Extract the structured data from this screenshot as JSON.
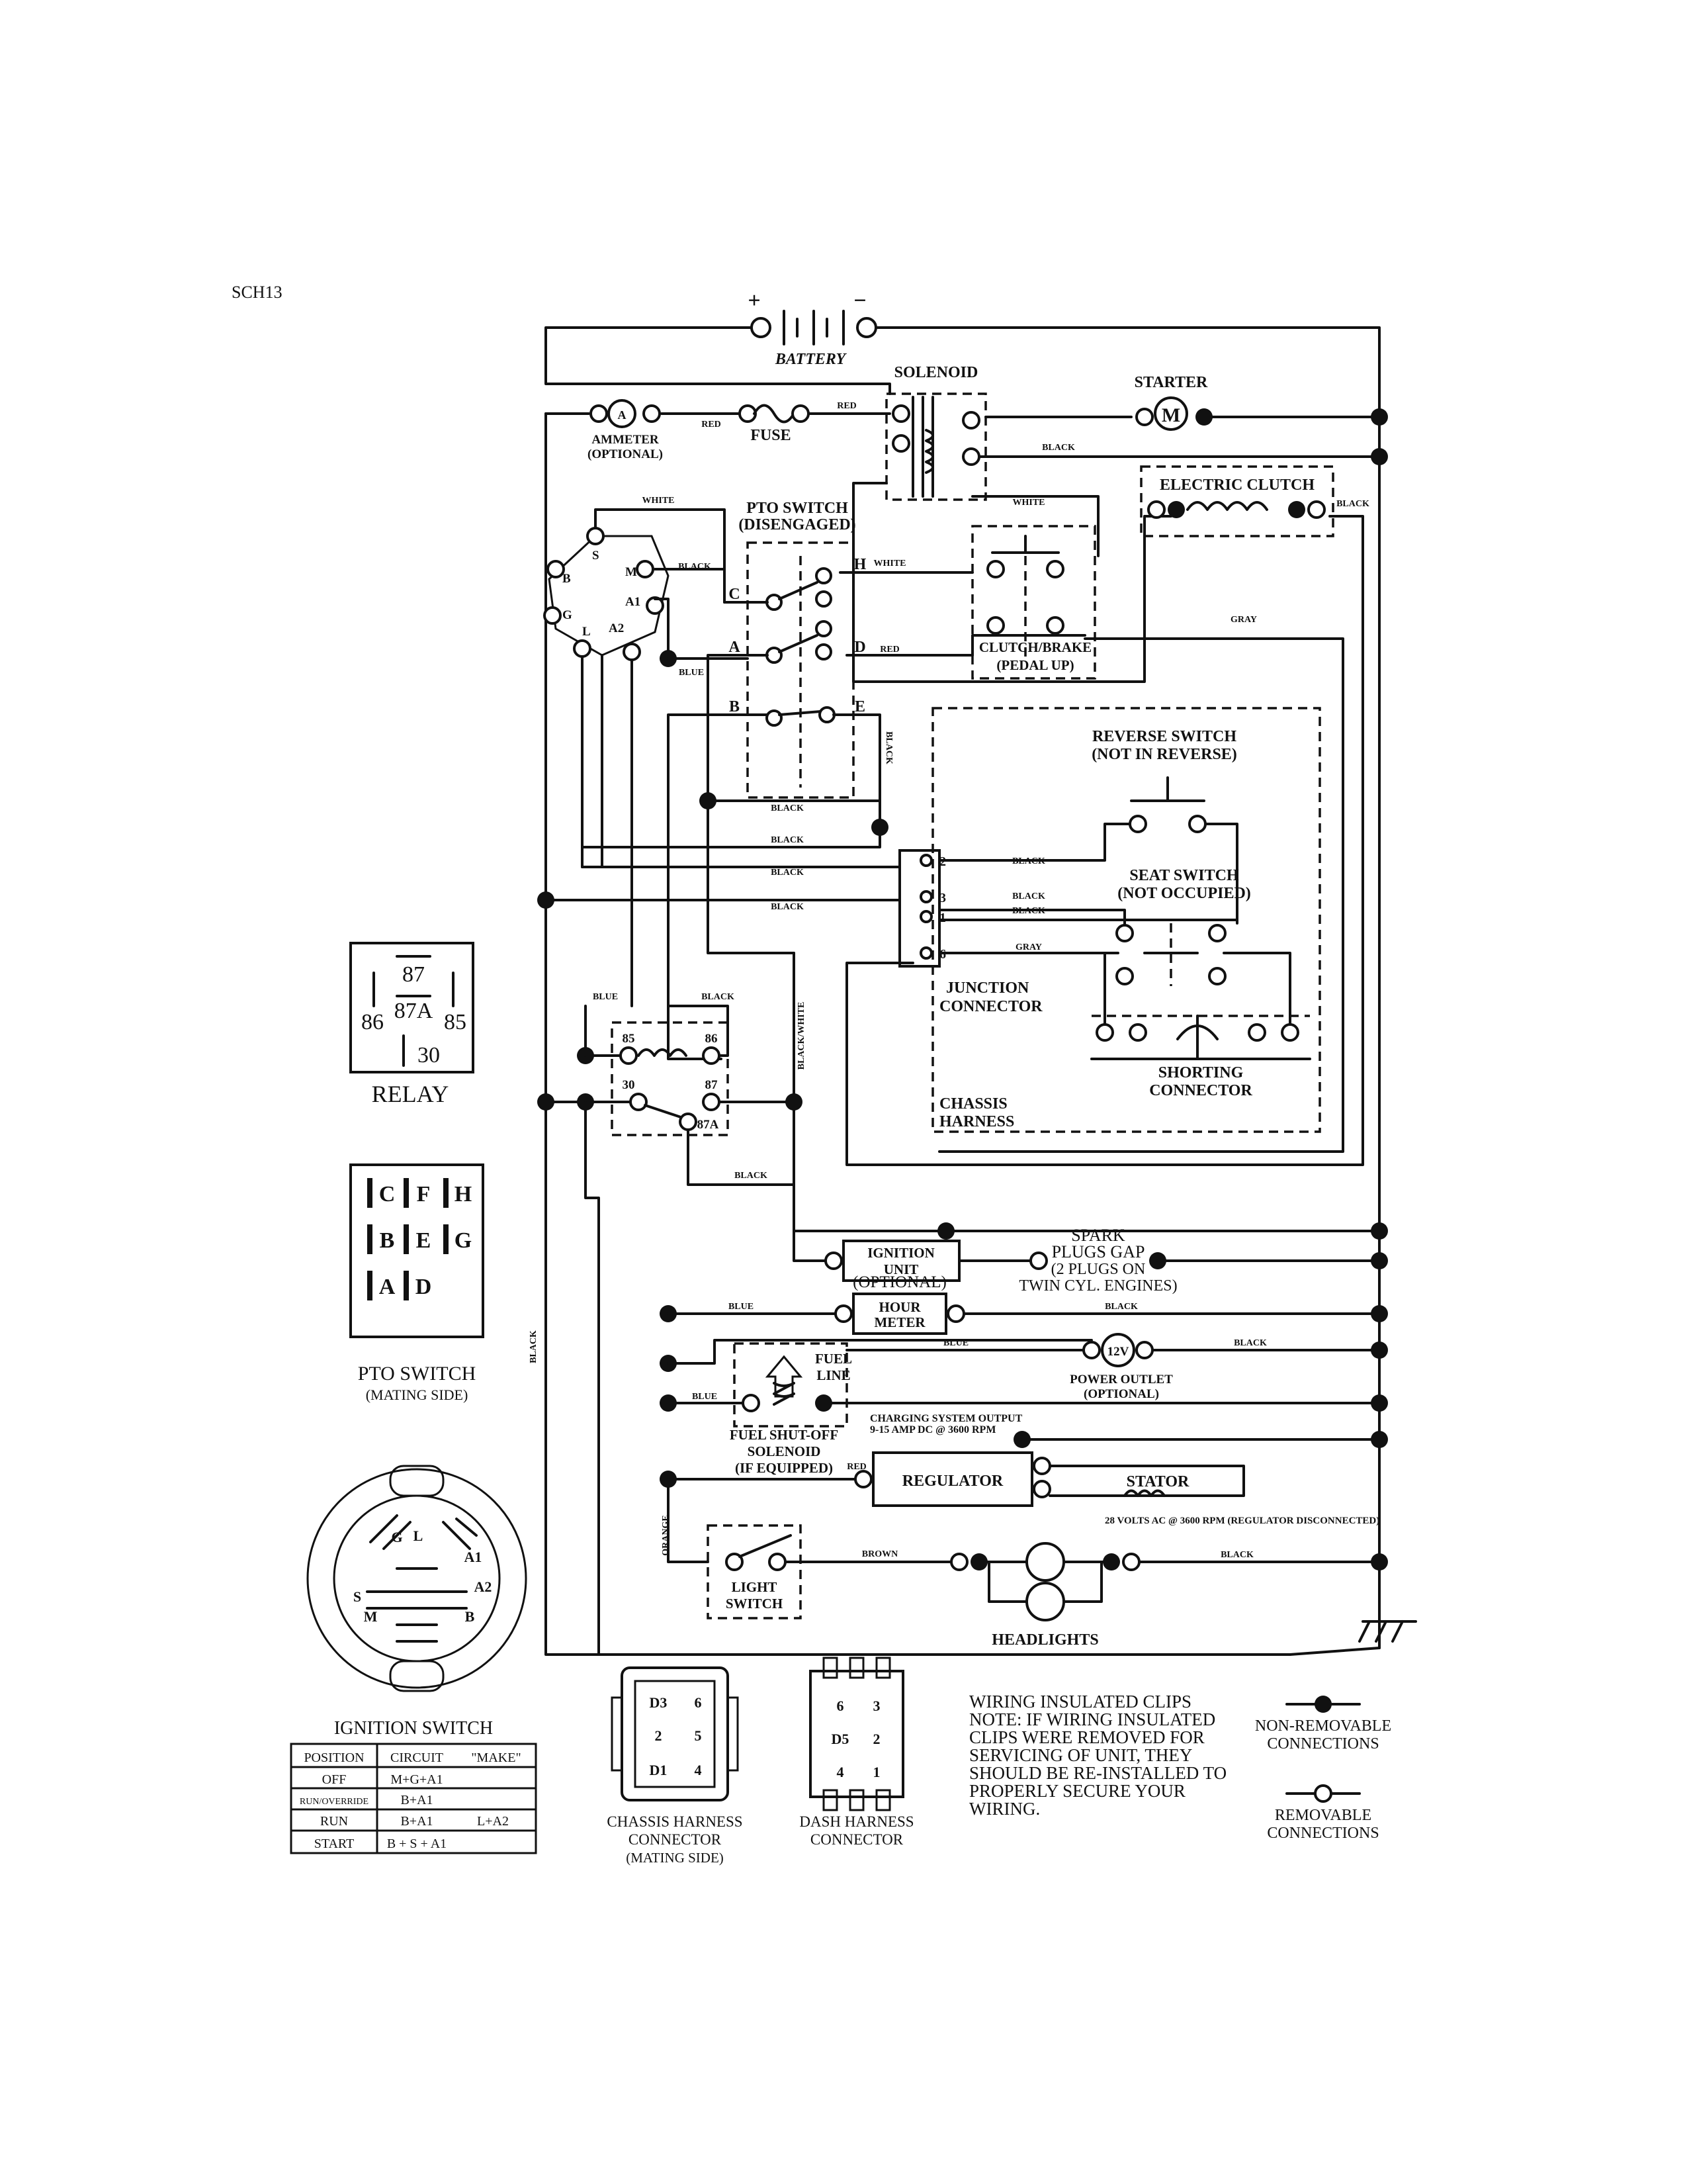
{
  "page": {
    "ref": "SCH13"
  },
  "components": {
    "battery": "BATTERY",
    "battery_plus": "+",
    "battery_minus": "−",
    "solenoid": "SOLENOID",
    "starter": "STARTER",
    "starter_symbol": "M",
    "ammeter_symbol": "A",
    "ammeter_line1": "AMMETER",
    "ammeter_line2": "(OPTIONAL)",
    "fuse": "FUSE",
    "electric_clutch": "ELECTRIC CLUTCH",
    "pto_switch_line1": "PTO SWITCH",
    "pto_switch_line2": "(DISENGAGED)",
    "clutch_brake_line1": "CLUTCH/BRAKE",
    "clutch_brake_line2": "(PEDAL UP)",
    "reverse_switch_line1": "REVERSE SWITCH",
    "reverse_switch_line2": "(NOT IN REVERSE)",
    "seat_switch_line1": "SEAT SWITCH",
    "seat_switch_line2": "(NOT OCCUPIED)",
    "junction_line1": "JUNCTION",
    "junction_line2": "CONNECTOR",
    "shorting_line1": "SHORTING",
    "shorting_line2": "CONNECTOR",
    "chassis_line1": "CHASSIS",
    "chassis_line2": "HARNESS",
    "ignition_unit_line1": "IGNITION",
    "ignition_unit_line2": "UNIT",
    "spark_line1": "SPARK",
    "spark_line2": "PLUGS GAP",
    "spark_line3": "(2 PLUGS ON",
    "spark_line4": "TWIN CYL. ENGINES)",
    "optional": "(OPTIONAL)",
    "hour_meter_line1": "HOUR",
    "hour_meter_line2": "METER",
    "fuel_line1": "FUEL",
    "fuel_line2": "LINE",
    "power_outlet_symbol": "12V",
    "power_outlet_line1": "POWER OUTLET",
    "power_outlet_line2": "(OPTIONAL)",
    "fuel_solenoid_line1": "FUEL SHUT-OFF",
    "fuel_solenoid_line2": "SOLENOID",
    "fuel_solenoid_line3": "(IF EQUIPPED)",
    "charging_line1": "CHARGING SYSTEM OUTPUT",
    "charging_line2": "9-15 AMP DC @ 3600 RPM",
    "regulator": "REGULATOR",
    "stator": "STATOR",
    "ac_note": "28 VOLTS AC @ 3600 RPM (REGULATOR DISCONNECTED)",
    "light_switch_line1": "LIGHT",
    "light_switch_line2": "SWITCH",
    "headlights": "HEADLIGHTS"
  },
  "terminals": {
    "ignition": [
      "S",
      "M",
      "B",
      "A1",
      "G",
      "A2",
      "L"
    ],
    "pto": [
      "C",
      "H",
      "A",
      "D",
      "B",
      "E"
    ],
    "relay": [
      "85",
      "86",
      "30",
      "87",
      "87A"
    ],
    "junction": [
      "2",
      "3",
      "1",
      "6"
    ]
  },
  "wire_colors": {
    "red": "RED",
    "white": "WHITE",
    "black": "BLACK",
    "blue": "BLUE",
    "gray": "GRAY",
    "brown": "BROWN",
    "orange": "ORANGE",
    "black_white": "BLACK/WHITE"
  },
  "relay_inset": {
    "title": "RELAY",
    "pins": [
      "87",
      "86",
      "87A",
      "85",
      "30"
    ]
  },
  "pto_inset": {
    "title": "PTO SWITCH",
    "subtitle": "(MATING SIDE)",
    "pins": [
      "C",
      "F",
      "H",
      "B",
      "E",
      "G",
      "A",
      "D"
    ]
  },
  "ignition_inset": {
    "title": "IGNITION SWITCH",
    "pins": [
      "G",
      "L",
      "A1",
      "A2",
      "S",
      "M",
      "B"
    ],
    "table": {
      "headers": [
        "POSITION",
        "CIRCUIT",
        "\"MAKE\""
      ],
      "rows": [
        [
          "OFF",
          "M+G+A1",
          ""
        ],
        [
          "RUN/OVERRIDE",
          "B+A1",
          ""
        ],
        [
          "RUN",
          "B+A1",
          "L+A2"
        ],
        [
          "START",
          "B + S + A1",
          ""
        ]
      ]
    }
  },
  "chassis_connector": {
    "line1": "CHASSIS HARNESS",
    "line2": "CONNECTOR",
    "line3": "(MATING SIDE)",
    "pins": [
      "D3",
      "6",
      "2",
      "5",
      "D1",
      "4"
    ]
  },
  "dash_connector": {
    "line1": "DASH HARNESS",
    "line2": "CONNECTOR",
    "pins": [
      "6",
      "3",
      "D5",
      "2",
      "4",
      "1"
    ]
  },
  "note": {
    "line1": "WIRING INSULATED CLIPS",
    "line2": "NOTE:  IF WIRING INSULATED",
    "line3": "CLIPS WERE REMOVED FOR",
    "line4": "SERVICING OF UNIT, THEY",
    "line5": "SHOULD BE RE-INSTALLED TO",
    "line6": "PROPERLY SECURE YOUR",
    "line7": "WIRING."
  },
  "legend": {
    "nonremovable_line1": "NON-REMOVABLE",
    "nonremovable_line2": "CONNECTIONS",
    "removable_line1": "REMOVABLE",
    "removable_line2": "CONNECTIONS"
  }
}
